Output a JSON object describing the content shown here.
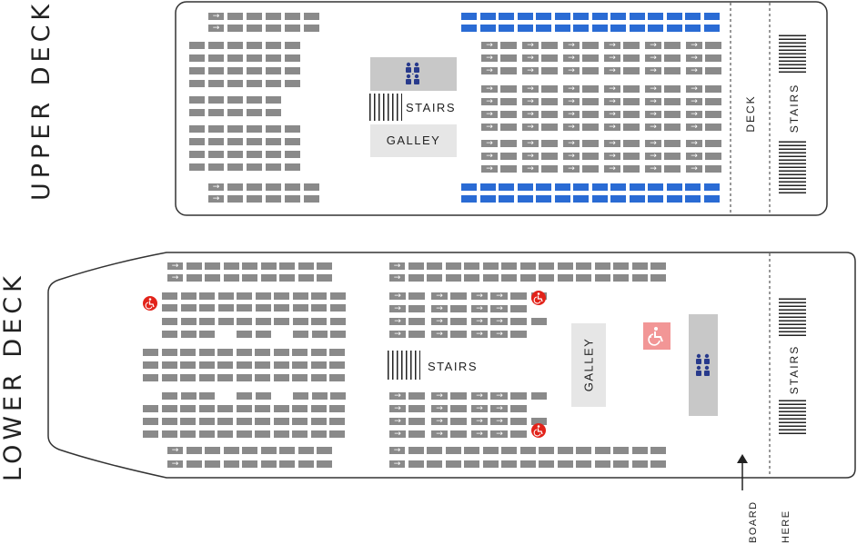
{
  "labels": {
    "upper_deck": "UPPER DECK",
    "lower_deck": "LOWER DECK",
    "deck": "DECK",
    "stairs": "STAIRS",
    "galley": "GALLEY",
    "board_here_line1": "BOARD",
    "board_here_line2": "HERE"
  },
  "colors": {
    "seat": "#8a8a8a",
    "premium_seat": "#2a6bd4",
    "outline": "#333333",
    "facility": "#e6e6e6",
    "restroom": "#c8c8c8",
    "accessible_seat_badge": "#e2231a",
    "accessible_area": "#f29696",
    "restroom_icon": "#283a8c"
  },
  "icons": {
    "arrow": "arrow-right-icon",
    "restroom": "restroom-icon",
    "wheelchair": "wheelchair-icon",
    "board_arrow": "arrow-up-icon"
  }
}
